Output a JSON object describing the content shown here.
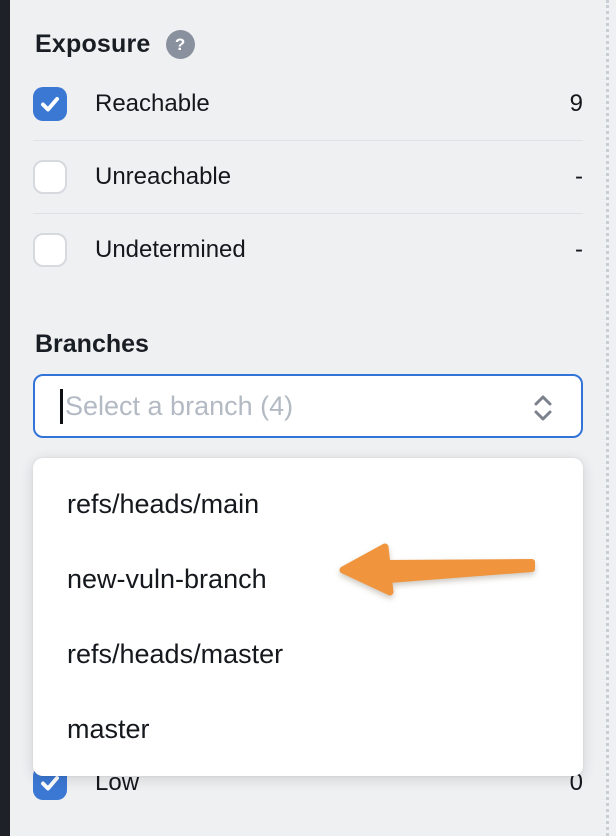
{
  "filters": {
    "exposure": {
      "title": "Exposure",
      "items": [
        {
          "label": "Reachable",
          "count": "9",
          "checked": true
        },
        {
          "label": "Unreachable",
          "count": "-",
          "checked": false
        },
        {
          "label": "Undetermined",
          "count": "-",
          "checked": false
        }
      ]
    },
    "branches": {
      "title": "Branches",
      "select_placeholder": "Select a branch (4)",
      "option_count": "4",
      "options": [
        "refs/heads/main",
        "new-vuln-branch",
        "refs/heads/master",
        "master"
      ],
      "arrow_target": "new-vuln-branch"
    },
    "severity_partial": {
      "label": "Low",
      "count": "0",
      "checked": true
    }
  },
  "icons": {
    "help_glyph": "?",
    "help": "question-mark-icon",
    "select_expand": "up-down-chevron-icon",
    "checkbox_check": "checkmark-icon",
    "annotation": "left-arrow-icon"
  },
  "colors": {
    "accent_blue": "#3B78D4",
    "input_focus_border": "#3374D9",
    "arrow_orange": "#F0953E",
    "background": "#EFF0F2",
    "panel_white": "#FFFFFF",
    "edge_dark": "#1E2127"
  }
}
